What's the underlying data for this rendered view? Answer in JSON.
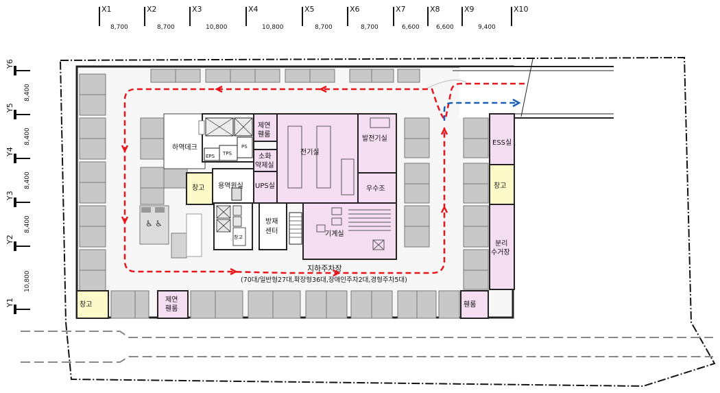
{
  "grid_x": [
    {
      "label": "X1",
      "dim": "8,700"
    },
    {
      "label": "X2",
      "dim": "8,700"
    },
    {
      "label": "X3",
      "dim": "10,800"
    },
    {
      "label": "X4",
      "dim": "10,800"
    },
    {
      "label": "X5",
      "dim": "8,700"
    },
    {
      "label": "X6",
      "dim": "8,700"
    },
    {
      "label": "X7",
      "dim": "6,600"
    },
    {
      "label": "X8",
      "dim": "6,600"
    },
    {
      "label": "X9",
      "dim": "9,400"
    },
    {
      "label": "X10",
      "dim": ""
    }
  ],
  "grid_y": [
    {
      "label": "Y6",
      "dim": "8,400"
    },
    {
      "label": "Y5",
      "dim": "8,400"
    },
    {
      "label": "Y4",
      "dim": "8,400"
    },
    {
      "label": "Y3",
      "dim": "8,400"
    },
    {
      "label": "Y2",
      "dim": "10,800"
    },
    {
      "label": "Y1",
      "dim": ""
    }
  ],
  "rooms": {
    "loading_dock": "하역데크",
    "eps": "EPS",
    "tps": "TPS",
    "ps": "PS",
    "smoke_vent_top_1": "제연",
    "smoke_vent_top_2": "휀룸",
    "extinguish_1": "소화",
    "extinguish_2": "약제실",
    "electric": "전기실",
    "generator": "발전기실",
    "ups": "UPS실",
    "rainwater": "우수조",
    "storage_left": "창고",
    "water_supply": "용역원실",
    "storage_small": "창고",
    "disaster_1": "방재",
    "disaster_2": "센터",
    "machine": "기계실",
    "ess": "ESS실",
    "storage_right": "창고",
    "waste_1": "분리",
    "waste_2": "수거장",
    "storage_bottom": "창고",
    "smoke_vent_bottom_1": "제연",
    "smoke_vent_bottom_2": "휀룸",
    "fan_room": "휀룸",
    "parking_title": "지하주차장",
    "parking_caption": "(70대/일반형27대,확장형36대,장애인주차2대,경형주차5대)"
  },
  "colors": {
    "room_pink": "#f5ddf2",
    "storage_yellow": "#fdf9c8",
    "parking_gray": "#c8c8c8",
    "inbound_route": "#e8141c",
    "outbound_route": "#1a5fb4",
    "wall": "#222222"
  },
  "icons": [
    "elevator-icon",
    "accessible-icon",
    "stair-icon"
  ]
}
